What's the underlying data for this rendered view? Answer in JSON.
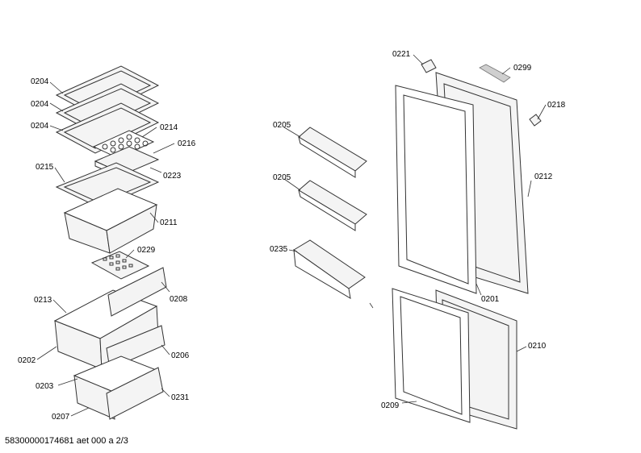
{
  "labels": {
    "p0204a": "0204",
    "p0204b": "0204",
    "p0204c": "0204",
    "p0214": "0214",
    "p0216": "0216",
    "p0215": "0215",
    "p0223": "0223",
    "p0211": "0211",
    "p0229": "0229",
    "p0213": "0213",
    "p0208": "0208",
    "p0202": "0202",
    "p0206": "0206",
    "p0203": "0203",
    "p0231": "0231",
    "p0207": "0207",
    "p0205a": "0205",
    "p0205b": "0205",
    "p0235": "0235",
    "p0221": "0221",
    "p0299": "0299",
    "p0218": "0218",
    "p0212": "0212",
    "p0201": "0201",
    "p0210": "0210",
    "p0209": "0209"
  },
  "footer": "58300000174681 aet 000 a 2/3"
}
